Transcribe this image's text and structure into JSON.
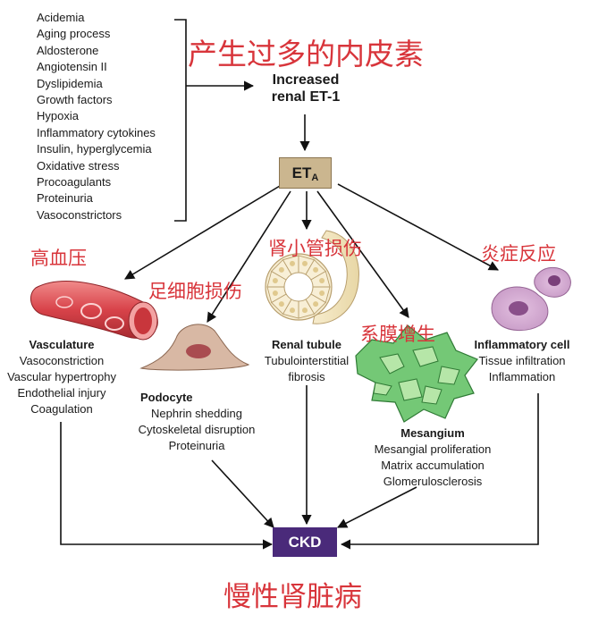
{
  "risk_factors": [
    "Acidemia",
    "Aging process",
    "Aldosterone",
    "Angiotensin II",
    "Dyslipidemia",
    "Growth factors",
    "Hypoxia",
    "Inflammatory cytokines",
    "Insulin, hyperglycemia",
    "Oxidative stress",
    "Procoagulants",
    "Proteinuria",
    "Vasoconstrictors"
  ],
  "increased_et1": {
    "line1": "Increased",
    "line2": "renal ET-1"
  },
  "cn_annotations": {
    "excess_endothelin": "产生过多的内皮素",
    "hypertension": "高血压",
    "podocyte_injury": "足细胞损伤",
    "tubule_injury": "肾小管损伤",
    "mesangial_proliferation": "系膜增生",
    "inflammation": "炎症反应",
    "ckd": "慢性肾脏病"
  },
  "eta": {
    "main": "ET",
    "sub": "A"
  },
  "vasculature": {
    "title": "Vasculature",
    "items": [
      "Vasoconstriction",
      "Vascular hypertrophy",
      "Endothelial injury",
      "Coagulation"
    ]
  },
  "podocyte": {
    "title": "Podocyte",
    "items": [
      "Nephrin shedding",
      "Cytoskeletal disruption",
      "Proteinuria"
    ]
  },
  "renal_tubule": {
    "title": "Renal tubule",
    "items": [
      "Tubulointerstitial",
      "fibrosis"
    ]
  },
  "mesangium": {
    "title": "Mesangium",
    "items": [
      "Mesangial proliferation",
      "Matrix accumulation",
      "Glomerulosclerosis"
    ]
  },
  "inflammatory_cell": {
    "title": "Inflammatory cell",
    "items": [
      "Tissue infiltration",
      "Inflammation"
    ]
  },
  "ckd_label": "CKD",
  "colors": {
    "annotation_red": "#d8353b",
    "eta_box": "#cbb68f",
    "ckd_box": "#4a2a7a",
    "vessel": "#d6444a",
    "mesangium": "#57b85b",
    "tubule": "#f2e6c2"
  }
}
